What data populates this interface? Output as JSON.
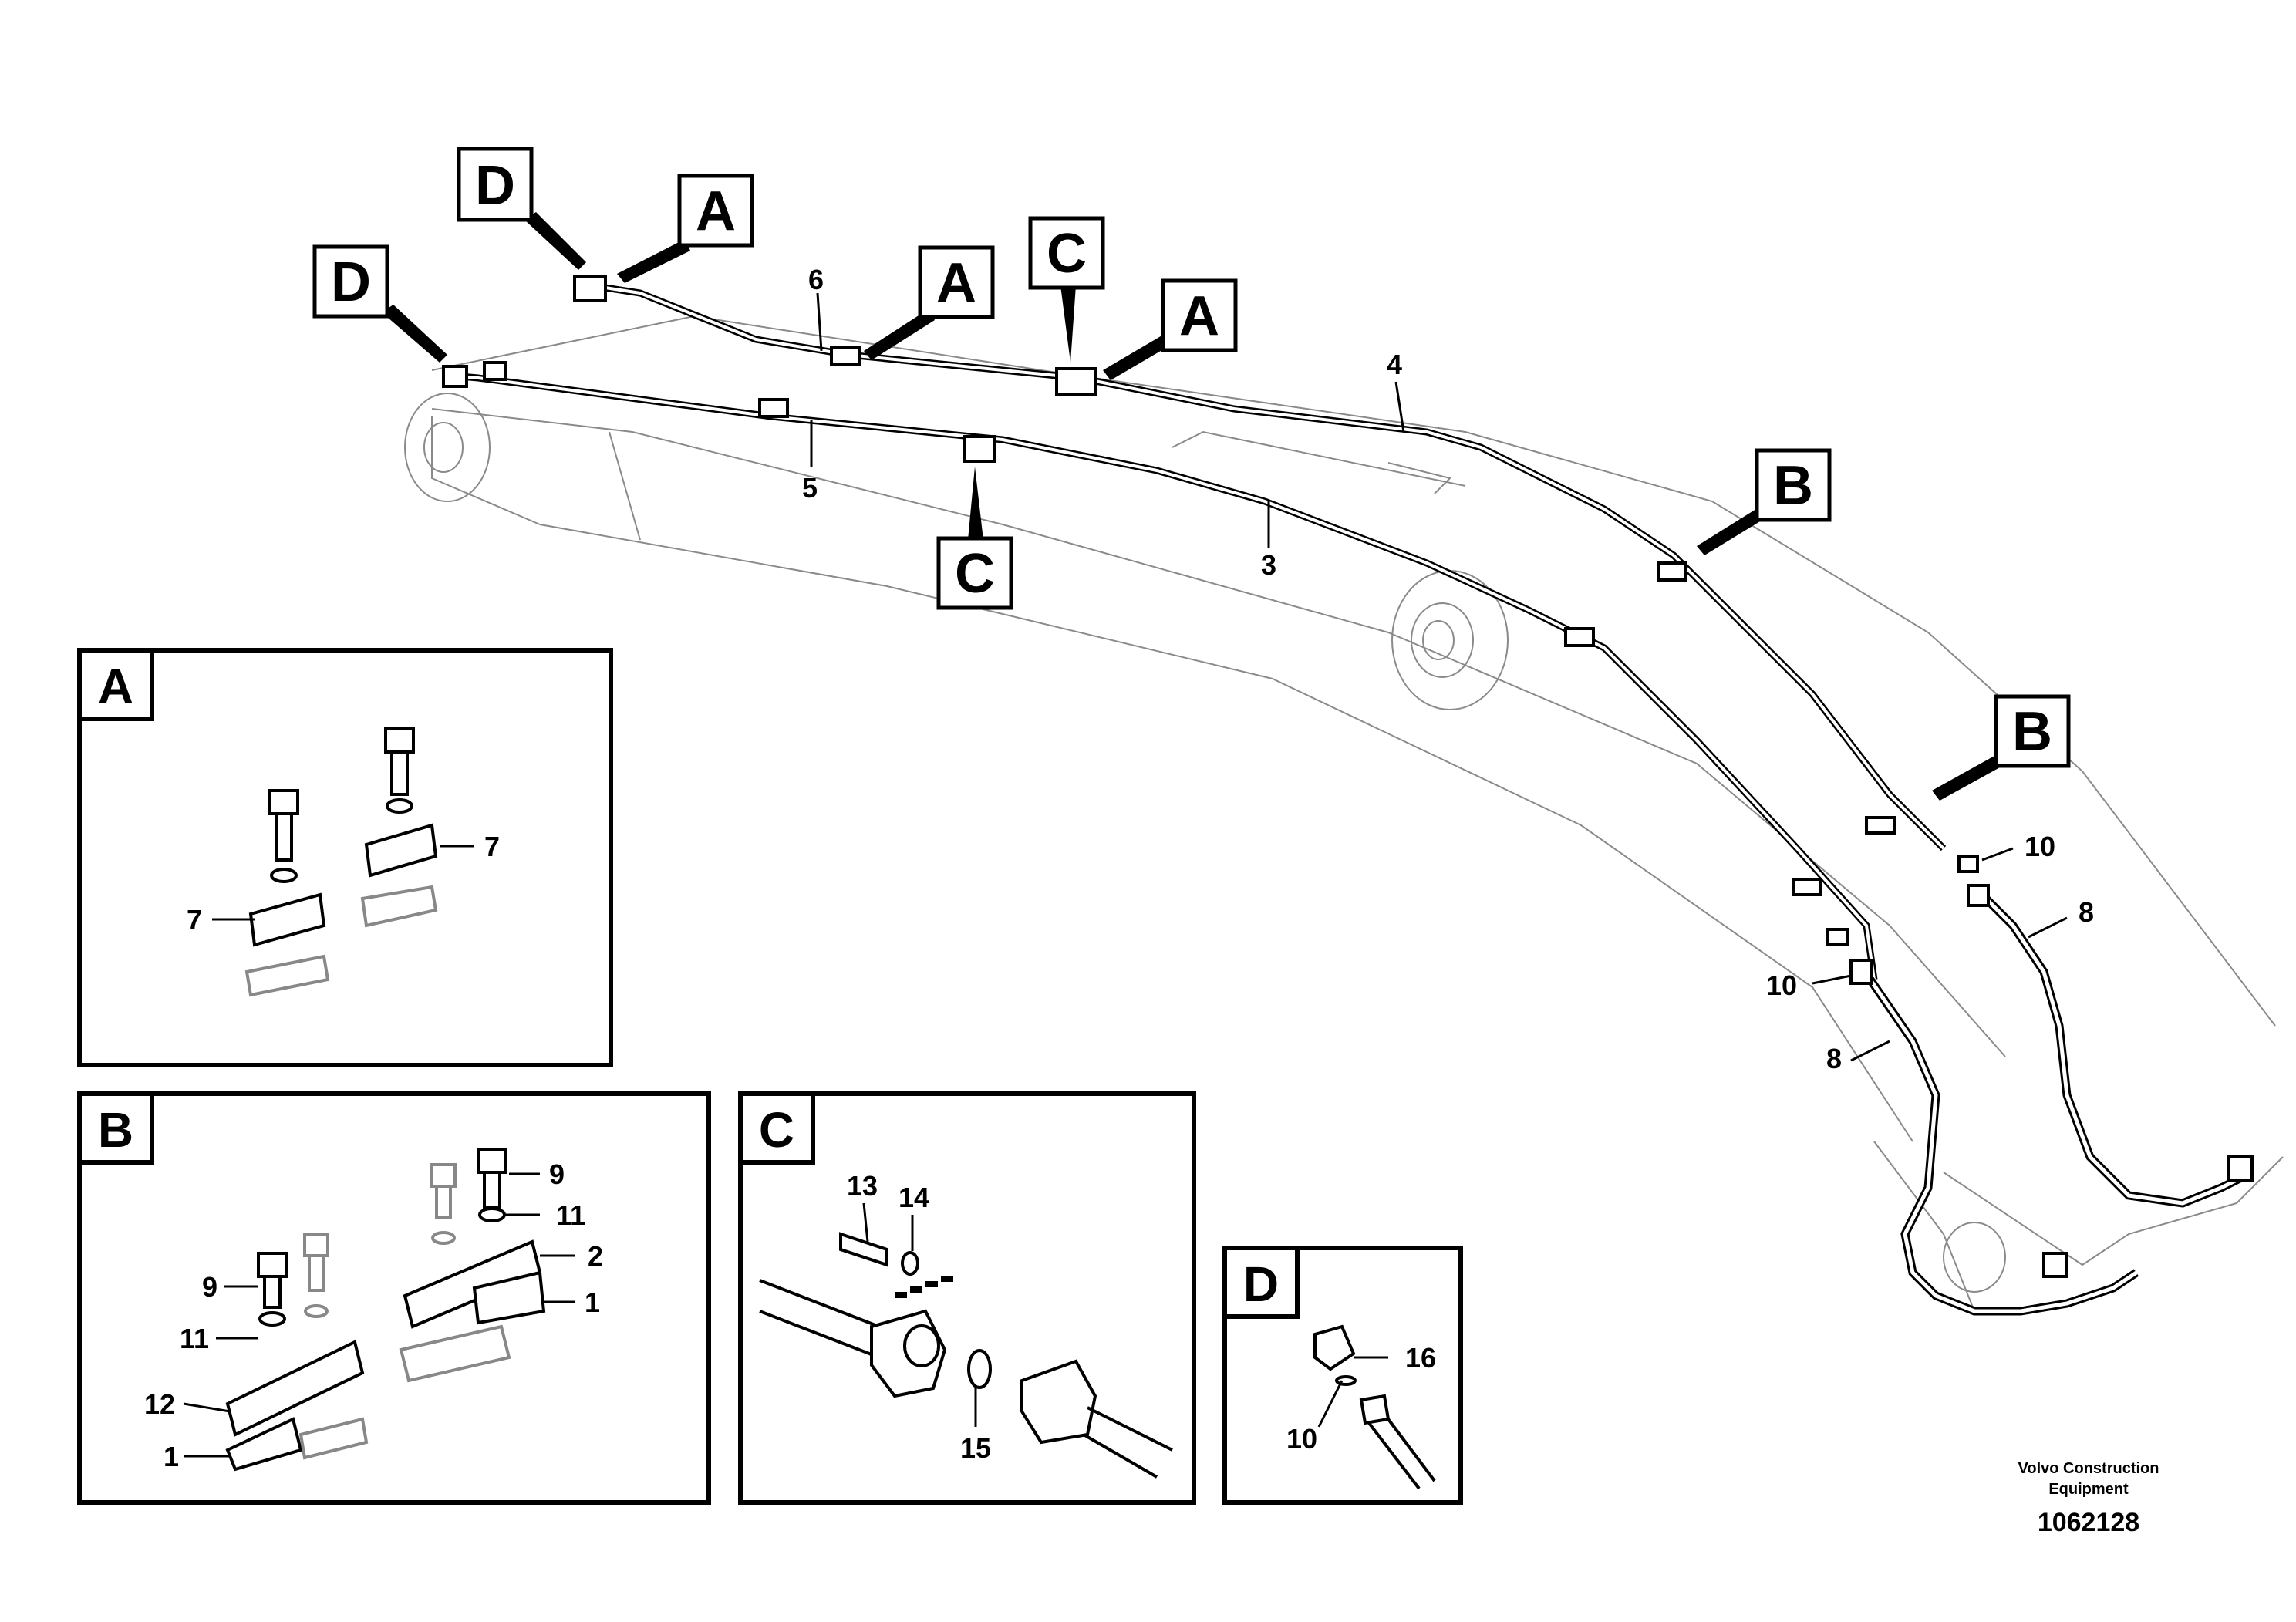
{
  "callouts": {
    "d_top": "D",
    "a_top": "A",
    "d_left": "D",
    "a_mid": "A",
    "c_top": "C",
    "a_right": "A",
    "c_bottom": "C",
    "b_upper": "B",
    "b_lower": "B"
  },
  "main_numbers": {
    "n6": "6",
    "n4": "4",
    "n5": "5",
    "n3": "3",
    "n10a": "10",
    "n8a": "8",
    "n10b": "10",
    "n8b": "8"
  },
  "inset_a": {
    "letter": "A",
    "labels": [
      "7",
      "7"
    ]
  },
  "inset_b": {
    "letter": "B",
    "labels": [
      "9",
      "11",
      "2",
      "1",
      "9",
      "11",
      "12",
      "1"
    ]
  },
  "inset_c": {
    "letter": "C",
    "labels": [
      "13",
      "14",
      "15"
    ]
  },
  "inset_d": {
    "letter": "D",
    "labels": [
      "16",
      "10"
    ]
  },
  "footer": {
    "brand_line1": "Volvo Construction",
    "brand_line2": "Equipment",
    "part_id": "1062128"
  }
}
